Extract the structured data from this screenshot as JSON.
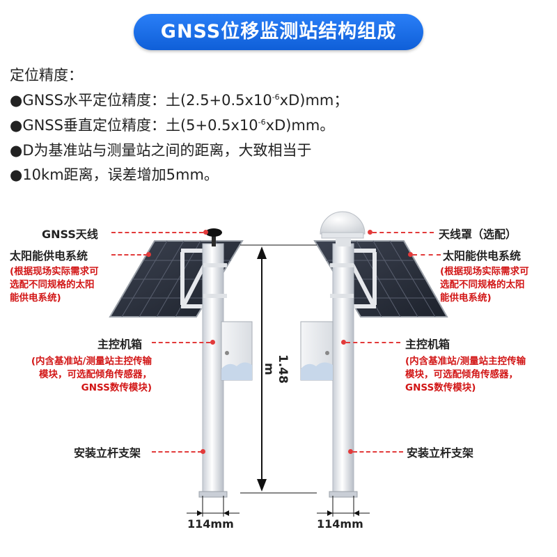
{
  "title": "GNSS位移监测站结构组成",
  "spec": {
    "heading": "定位精度：",
    "items": [
      {
        "text_before": "●GNSS水平定位精度：土(2.5+0.5x10",
        "sup": "-6",
        "text_after": "xD)mm；"
      },
      {
        "text_before": "●GNSS垂直定位精度：土(5+0.5x10",
        "sup": "-6",
        "text_after": "xD)mm。"
      },
      {
        "text_before": "●D为基准站与测量站之间的距离，大致相当于",
        "sup": "",
        "text_after": ""
      },
      {
        "text_before": "●10km距离，误差增加5mm。",
        "sup": "",
        "text_after": ""
      }
    ]
  },
  "left_labels": {
    "antenna": "GNSS天线",
    "solar": "太阳能供电系统",
    "solar_note": [
      "(根据现场实际需求可",
      "选配不同规格的太阳",
      "能供电系统)"
    ],
    "box": "主控机箱",
    "box_note": [
      "(内含基准站/测量站主控传输",
      "模块，可选配倾角传感器，",
      "GNSS数传模块)"
    ],
    "pole": "安装立杆支架"
  },
  "right_labels": {
    "radome": "天线罩（选配）",
    "solar": "太阳能供电系统",
    "solar_note": [
      "(根据现场实际需求可",
      "选配不同规格的太阳",
      "能供电系统)"
    ],
    "box": "主控机箱",
    "box_note": [
      "(内含基准站/测量站主控传输",
      "模块，可选配倾角传感器，",
      "GNSS数传模块)"
    ],
    "pole": "安装立杆支架"
  },
  "dimensions": {
    "height": "1.48 m",
    "left_width": "114mm",
    "right_width": "114mm"
  },
  "colors": {
    "title_bg": "#1a6fe8",
    "callout": "#e23a3a",
    "note_text": "#d21616"
  }
}
